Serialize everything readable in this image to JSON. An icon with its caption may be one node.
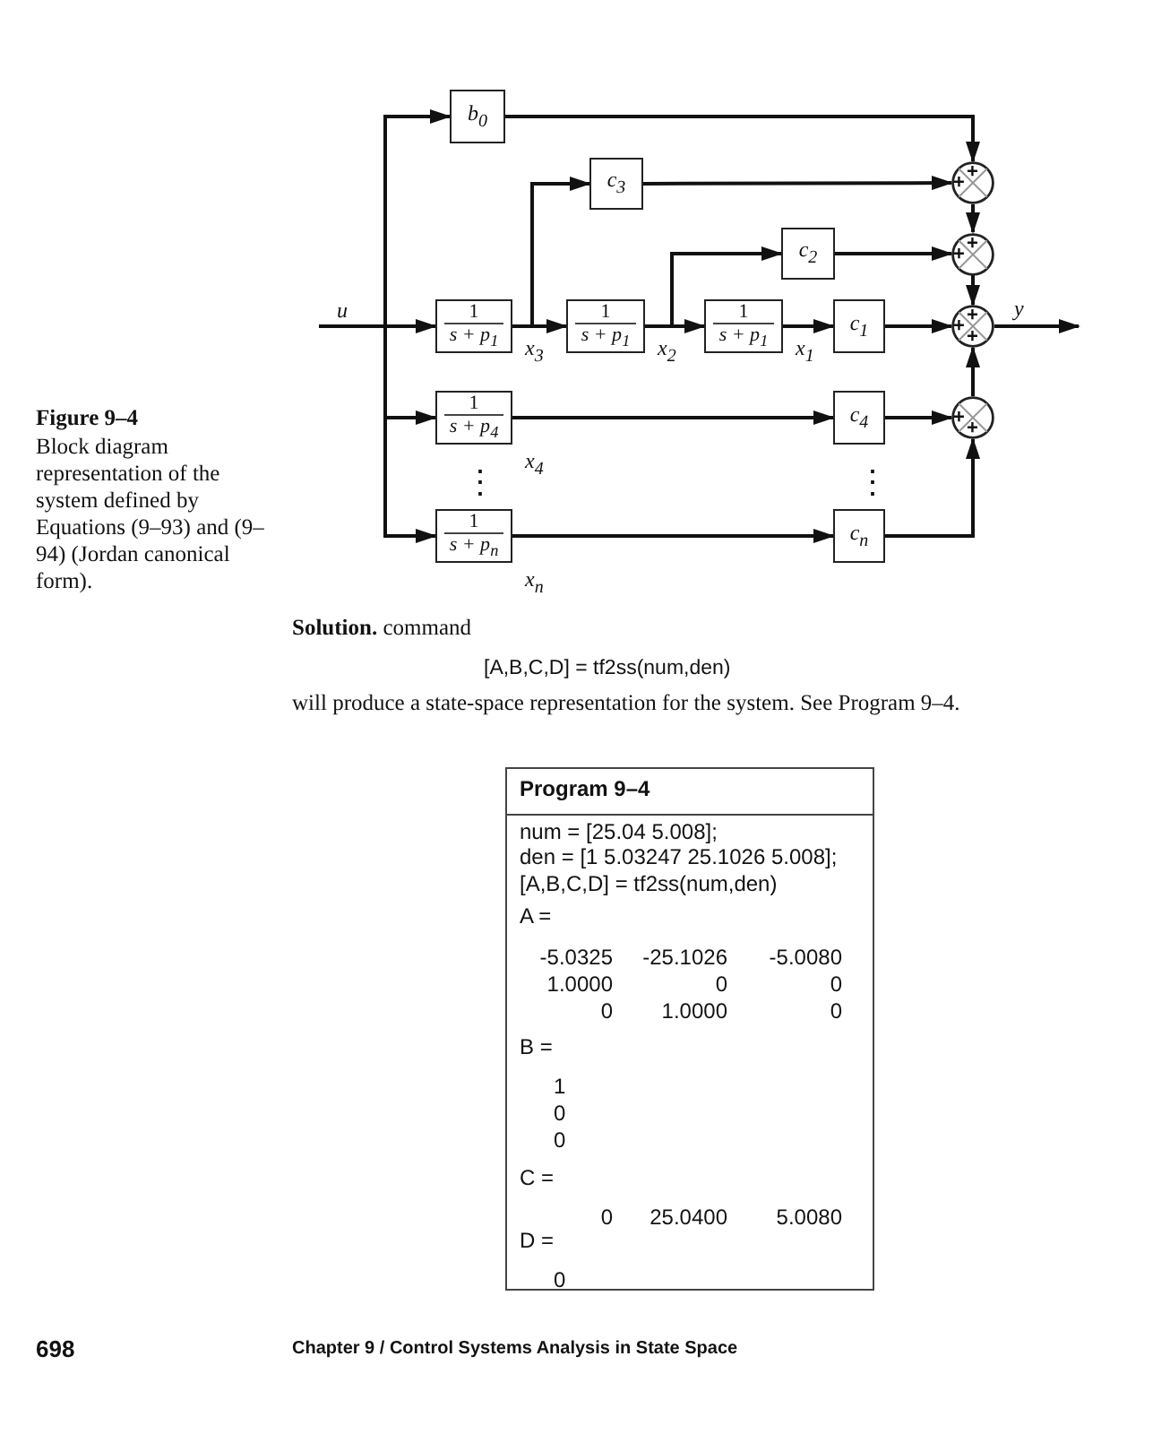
{
  "diagram": {
    "title": "Figure 9–4",
    "caption": "Block diagram representation of the system defined by Equations (9–93) and (9–94) (Jordan canonical form).",
    "nodes": [
      {
        "text": [
          "b$_{0}$"
        ]
      },
      {
        "text": [
          "c$_{3}$"
        ]
      },
      {
        "text": [
          "c$_{2}$"
        ]
      },
      {
        "text": [
          "1",
          "s + p$_{1}$"
        ]
      },
      {
        "text": [
          "1",
          "s + p$_{1}$"
        ]
      },
      {
        "text": [
          "1",
          "s + p$_{1}$"
        ]
      },
      {
        "text": [
          "c$_{1}$"
        ]
      },
      {
        "text": [
          "1",
          "s + p$_{4}$"
        ]
      },
      {
        "text": [
          "c$_{4}$"
        ]
      },
      {
        "text": [
          "1",
          "s + p$_{n}$"
        ]
      },
      {
        "text": [
          "c$_{n}$"
        ]
      },
      {
        "text": [
          "+",
          "+"
        ]
      },
      {
        "text": [
          "+",
          "+"
        ]
      },
      {
        "text": [
          "+",
          "+",
          "+"
        ]
      },
      {
        "text": [
          "+",
          "+"
        ]
      },
      {
        "text": [
          "Program 9–4",
          "num = [25.04 5.008];",
          "den = [1 5.03247 25.1026 5.008];",
          "[A,B,C,D] = tf2ss(num,den)",
          "A =",
          "-5.0325 -25.1026 -5.0080",
          "1.0000 0 0",
          "0 1.0000 0",
          "B =",
          "1",
          "0",
          "0",
          "C =",
          "0 25.0400 5.0080",
          "D =",
          "0"
        ]
      }
    ],
    "edges": [
      {
        "from": null,
        "to": 0,
        "arrow": "to"
      },
      {
        "from": null,
        "to": 3,
        "arrow": "to",
        "label": "u"
      },
      {
        "from": null,
        "to": 7,
        "arrow": "to"
      },
      {
        "from": null,
        "to": 9,
        "arrow": "to"
      },
      {
        "from": 0,
        "to": 11,
        "arrow": "to"
      },
      {
        "from": 3,
        "to": 4,
        "arrow": "to",
        "label": "x$_{3}$"
      },
      {
        "from": 3,
        "to": 1,
        "arrow": "to"
      },
      {
        "from": 4,
        "to": 5,
        "arrow": "to",
        "label": "x$_{2}$"
      },
      {
        "from": 4,
        "to": 2,
        "arrow": "to"
      },
      {
        "from": 5,
        "to": 6,
        "arrow": "to",
        "label": "x$_{1}$"
      },
      {
        "from": 1,
        "to": 11,
        "arrow": "to"
      },
      {
        "from": 11,
        "to": 12,
        "arrow": "to"
      },
      {
        "from": 2,
        "to": 12,
        "arrow": "to"
      },
      {
        "from": 12,
        "to": 13,
        "arrow": "to"
      },
      {
        "from": 6,
        "to": 13,
        "arrow": "to"
      },
      {
        "from": 13,
        "to": null,
        "arrow": "to",
        "label": "y"
      },
      {
        "from": 7,
        "to": 8,
        "arrow": "to",
        "label": "x$_{4}$"
      },
      {
        "from": 8,
        "to": 14,
        "arrow": "to"
      },
      {
        "from": 14,
        "to": 13,
        "arrow": "to"
      },
      {
        "from": 9,
        "to": 10,
        "arrow": "to",
        "label": "x$_{n}$"
      },
      {
        "from": 10,
        "to": 14,
        "arrow": "to"
      }
    ],
    "labels": [
      "⋮",
      "⋮",
      "**Solution.** command",
      "[A,B,C,D] = tf2ss(num,den)",
      "will produce a state-space representation for the system. See Program 9–4.",
      "698",
      "Chapter 9 / Control Systems Analysis in State Space"
    ]
  }
}
